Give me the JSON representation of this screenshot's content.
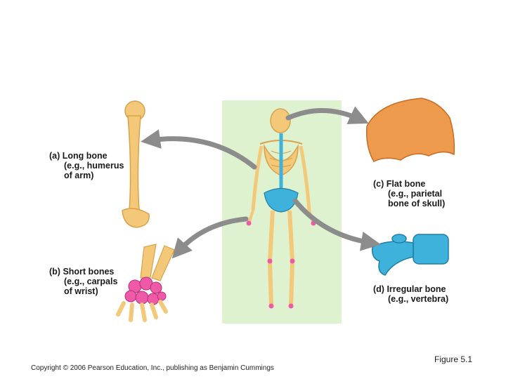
{
  "labels": {
    "long": {
      "tag": "(a)",
      "name": "Long bone",
      "ex1": "(e.g., humerus",
      "ex2": "of arm)"
    },
    "short": {
      "tag": "(b)",
      "name": "Short bones",
      "ex1": "(e.g., carpals",
      "ex2": "of wrist)"
    },
    "flat": {
      "tag": "(c)",
      "name": "Flat bone",
      "ex1": "(e.g., parietal",
      "ex2": "bone of skull)"
    },
    "irregular": {
      "tag": "(d)",
      "name": "Irregular bone",
      "ex1": "(e.g., vertebra)"
    }
  },
  "footer": {
    "copyright": "Copyright © 2006 Pearson Education, Inc., publishing as Benjamin Cummings",
    "figure": "Figure 5.1"
  },
  "colors": {
    "bone": "#f3c878",
    "bone_dark": "#d9a24a",
    "flat_bone": "#ee9a4c",
    "vertebra": "#3fb2dc",
    "carpals": "#ee5aa8",
    "panel": "#dff2cf",
    "arrow": "#8c8c8c"
  }
}
